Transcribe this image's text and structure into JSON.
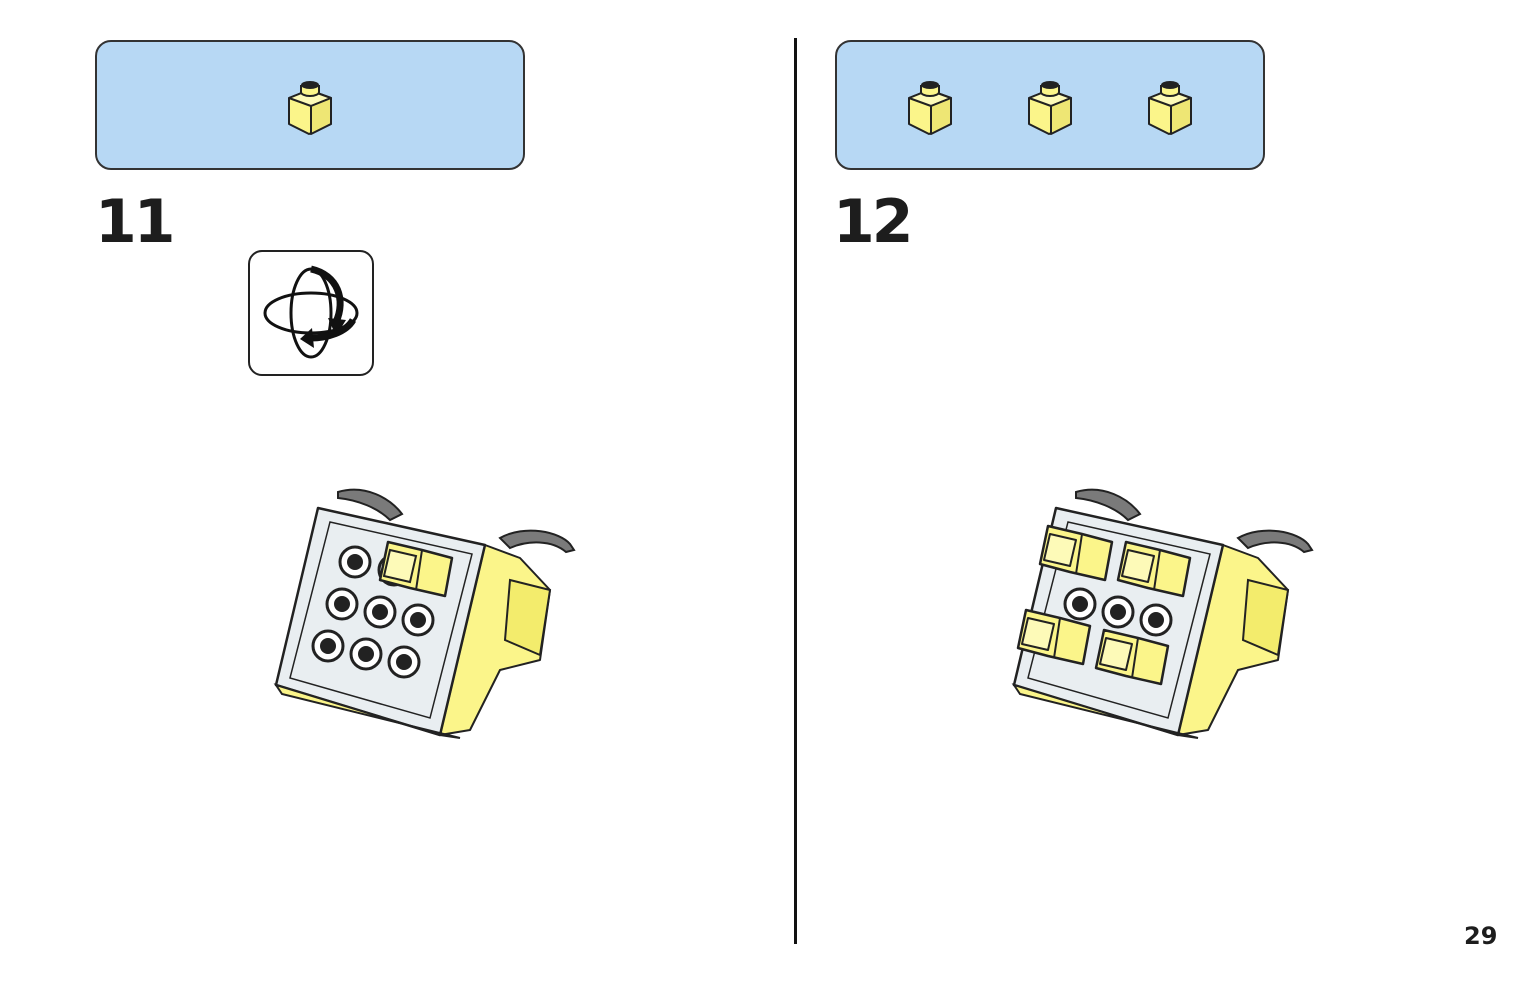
{
  "steps": [
    {
      "number": "11",
      "parts": [
        {
          "icon": "yellow-1x1-brick-icon",
          "color": "#fbf58a"
        }
      ],
      "rotate_indicator": "rotate-model-icon"
    },
    {
      "number": "12",
      "parts": [
        {
          "icon": "yellow-1x1-brick-icon",
          "color": "#fbf58a"
        },
        {
          "icon": "yellow-1x1-brick-icon",
          "color": "#fbf58a"
        },
        {
          "icon": "yellow-1x1-brick-icon",
          "color": "#fbf58a"
        }
      ]
    }
  ],
  "page_number": "29",
  "colors": {
    "parts_box": "#b7d8f4",
    "brick_yellow": "#fbf58a",
    "brick_white": "#e9eef1"
  }
}
